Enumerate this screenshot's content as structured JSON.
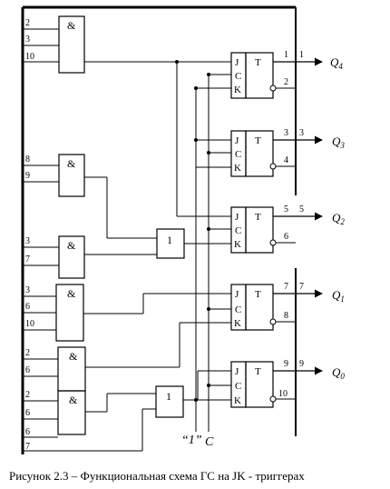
{
  "caption": "Рисунок 2.3 –   Функциональная схема ГС на JK - триггерах",
  "symbols": {
    "and": "&",
    "or": "1",
    "flipflop": "T",
    "j": "J",
    "c": "C",
    "k": "K"
  },
  "external": {
    "one": "“1”",
    "clock": "C"
  },
  "gate_inputs": {
    "g1": [
      "2",
      "3",
      "10"
    ],
    "g2": [
      "8",
      "9"
    ],
    "g3": [
      "3",
      "7"
    ],
    "g4": [
      "3",
      "6",
      "10"
    ],
    "g5": [
      "2",
      "6"
    ],
    "g6": [
      "2",
      "6"
    ],
    "ext": [
      "6",
      "7"
    ]
  },
  "flipflops": [
    {
      "out_direct": "1",
      "out_inverse": "2",
      "line_label": "1",
      "output": "Q",
      "index": "4"
    },
    {
      "out_direct": "3",
      "out_inverse": "4",
      "line_label": "3",
      "output": "Q",
      "index": "3"
    },
    {
      "out_direct": "5",
      "out_inverse": "6",
      "line_label": "5",
      "output": "Q",
      "index": "2"
    },
    {
      "out_direct": "7",
      "out_inverse": "8",
      "line_label": "7",
      "output": "Q",
      "index": "1"
    },
    {
      "out_direct": "9",
      "out_inverse": "10",
      "line_label": "9",
      "output": "Q",
      "index": "0"
    }
  ]
}
